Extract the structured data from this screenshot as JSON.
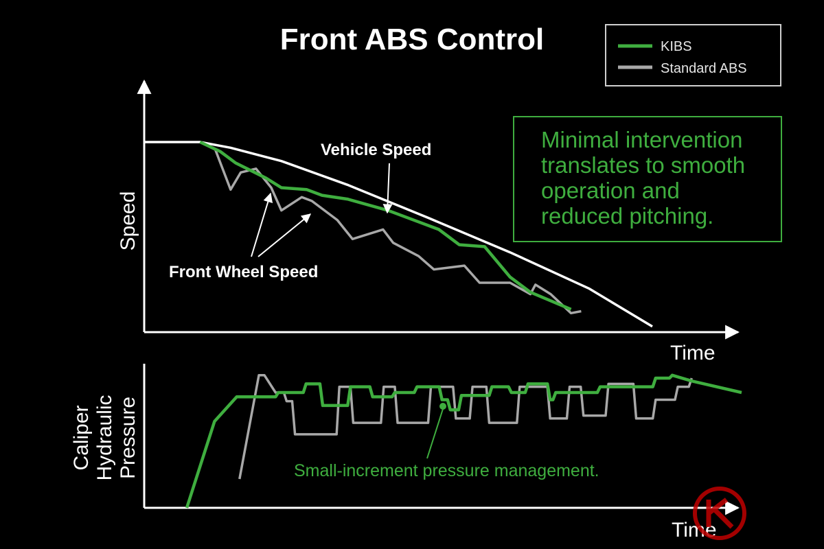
{
  "colors": {
    "background": "#000000",
    "kibs": "#3fae3f",
    "standard_abs": "#a8a8a8",
    "vehicle_speed": "#ffffff",
    "callout_border": "#3fae3f",
    "watermark": "#c00000"
  },
  "chart_data": [
    {
      "type": "line",
      "title": "Front ABS Control",
      "ylabel": "Speed",
      "xlabel": "Time",
      "xlim": [
        0,
        100
      ],
      "ylim": [
        0,
        100
      ],
      "grid": false,
      "legend_placement": "top-right",
      "legend": [
        {
          "label": "KIBS",
          "color": "#3fae3f"
        },
        {
          "label": "Standard ABS",
          "color": "#a8a8a8"
        }
      ],
      "annotations": {
        "vehicle_speed": "Vehicle Speed",
        "front_wheel_speed": "Front Wheel Speed",
        "callout_lines": [
          "Minimal intervention",
          "translates to smooth",
          "operation and",
          "reduced pitching."
        ]
      },
      "series": [
        {
          "name": "Vehicle Speed",
          "color": "#ffffff",
          "x": [
            0,
            11,
            17,
            27,
            40,
            56,
            72,
            87.5,
            100
          ],
          "y": [
            100,
            100,
            97,
            90,
            77.5,
            60,
            42,
            23,
            3
          ]
        },
        {
          "name": "Standard ABS",
          "color": "#a8a8a8",
          "x": [
            11,
            14,
            16,
            17,
            19,
            22,
            25,
            27,
            31,
            33,
            38,
            41,
            47,
            49,
            54,
            57,
            63,
            66,
            72,
            76,
            77,
            80,
            84,
            86
          ],
          "y": [
            100,
            96,
            82,
            75,
            84,
            86,
            76,
            64,
            71,
            69,
            59,
            49,
            54,
            47,
            40,
            33,
            35,
            26,
            26,
            20,
            25,
            20,
            10,
            11
          ]
        },
        {
          "name": "KIBS",
          "color": "#3fae3f",
          "x": [
            11,
            15,
            18,
            24,
            27,
            32,
            35,
            40,
            48,
            54,
            58,
            62,
            67,
            72,
            76,
            84
          ],
          "y": [
            100,
            95,
            89,
            81,
            76,
            75,
            72,
            70,
            64,
            58,
            54,
            46,
            45,
            29,
            21,
            12
          ]
        }
      ]
    },
    {
      "type": "line",
      "ylabel_lines": [
        "Caliper",
        "Hydraulic",
        "Pressure"
      ],
      "xlabel": "Time",
      "xlim": [
        0,
        100
      ],
      "ylim": [
        0,
        100
      ],
      "grid": false,
      "annotation": "Small-increment pressure management.",
      "series": [
        {
          "name": "Standard ABS",
          "color": "#a8a8a8",
          "x": [
            9.5,
            13,
            14,
            16,
            17.5,
            18,
            19,
            19.5,
            27,
            27.5,
            29.5,
            30,
            35,
            35.5,
            37.5,
            38,
            43.5,
            44,
            48,
            48.5,
            51,
            51.5,
            54,
            54.5,
            59.5,
            60,
            65,
            65.5,
            68.5,
            69,
            71,
            71.5,
            75.5,
            76,
            80.5,
            81,
            84,
            84.5,
            88,
            88.5,
            90.5,
            91
          ],
          "y": [
            20,
            92,
            92,
            80,
            80,
            74,
            74,
            51,
            51,
            84,
            84,
            59,
            59,
            84,
            84,
            59,
            59,
            84,
            84,
            62,
            62,
            84,
            84,
            59,
            59,
            84,
            84,
            62,
            62,
            84,
            84,
            64,
            64,
            86,
            86,
            62,
            62,
            75,
            75,
            84,
            84,
            90
          ]
        },
        {
          "name": "KIBS",
          "color": "#3fae3f",
          "x": [
            0,
            5,
            9,
            10,
            16,
            16.5,
            21,
            21.5,
            24,
            24.5,
            29,
            29.5,
            33,
            33.5,
            37,
            37.5,
            41,
            41.5,
            45.5,
            46,
            47,
            47.5,
            49,
            49.5,
            54.5,
            55,
            58,
            58.5,
            61,
            61.5,
            65,
            65.5,
            66,
            66.5,
            74,
            74.5,
            84,
            84.5,
            87,
            87.5,
            91,
            100
          ],
          "y": [
            0,
            60,
            77,
            77,
            77,
            80,
            80,
            86,
            86,
            71,
            71,
            84,
            84,
            77,
            77,
            80,
            80,
            84,
            84,
            75,
            75,
            68,
            68,
            78,
            78,
            84,
            84,
            80,
            80,
            86,
            86,
            75,
            75,
            80,
            80,
            84,
            84,
            90,
            90,
            92,
            88,
            80
          ]
        }
      ]
    }
  ]
}
